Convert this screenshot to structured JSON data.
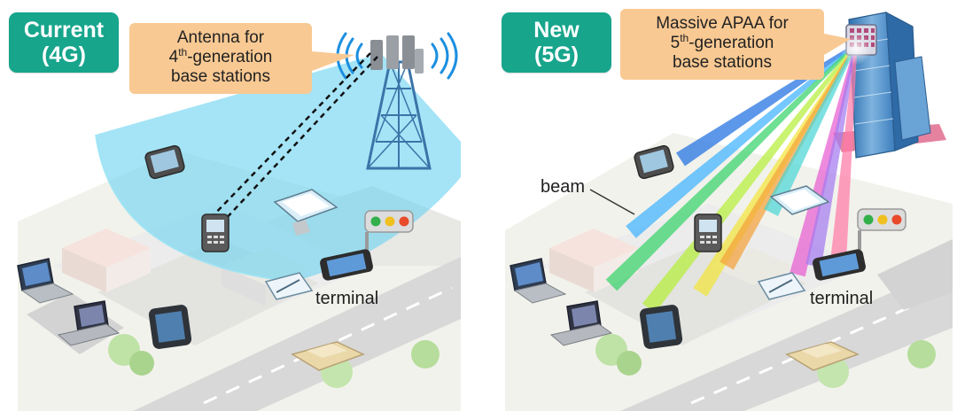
{
  "left_panel": {
    "tag": {
      "line1": "Current",
      "line2": "(4G)"
    },
    "callout": {
      "line1": "Antenna for",
      "line2_prefix": "4",
      "line2_sup": "th",
      "line2_suffix": "-generation",
      "line3": "base stations"
    },
    "terminal_label": "terminal"
  },
  "right_panel": {
    "tag": {
      "line1": "New",
      "line2": "(5G)"
    },
    "callout": {
      "line1": "Massive APAA for",
      "line2_prefix": "5",
      "line2_sup": "th",
      "line2_suffix": "-generation",
      "line3": "base stations"
    },
    "beam_label": "beam",
    "terminal_label": "terminal"
  },
  "colors": {
    "tag_bg": "#17a58c",
    "callout_bg": "#f9c993",
    "coverage": "#6cd4f0",
    "road": "#d6d6d6",
    "tower": "#3a74a8",
    "building": "#4a86c0",
    "beam_colors": [
      "#1f6fe0",
      "#3fb3ff",
      "#36d36a",
      "#b6ef3a",
      "#f3e53a",
      "#f4a23a",
      "#e85dd0",
      "#a47cf0",
      "#ff7aa8",
      "#4bd6d6"
    ]
  },
  "icons": [
    "tower-icon",
    "antenna-array-icon",
    "phone-icon",
    "tablet-icon",
    "laptop-icon",
    "traffic-light-icon",
    "building-icon",
    "radio-wave-icon"
  ]
}
